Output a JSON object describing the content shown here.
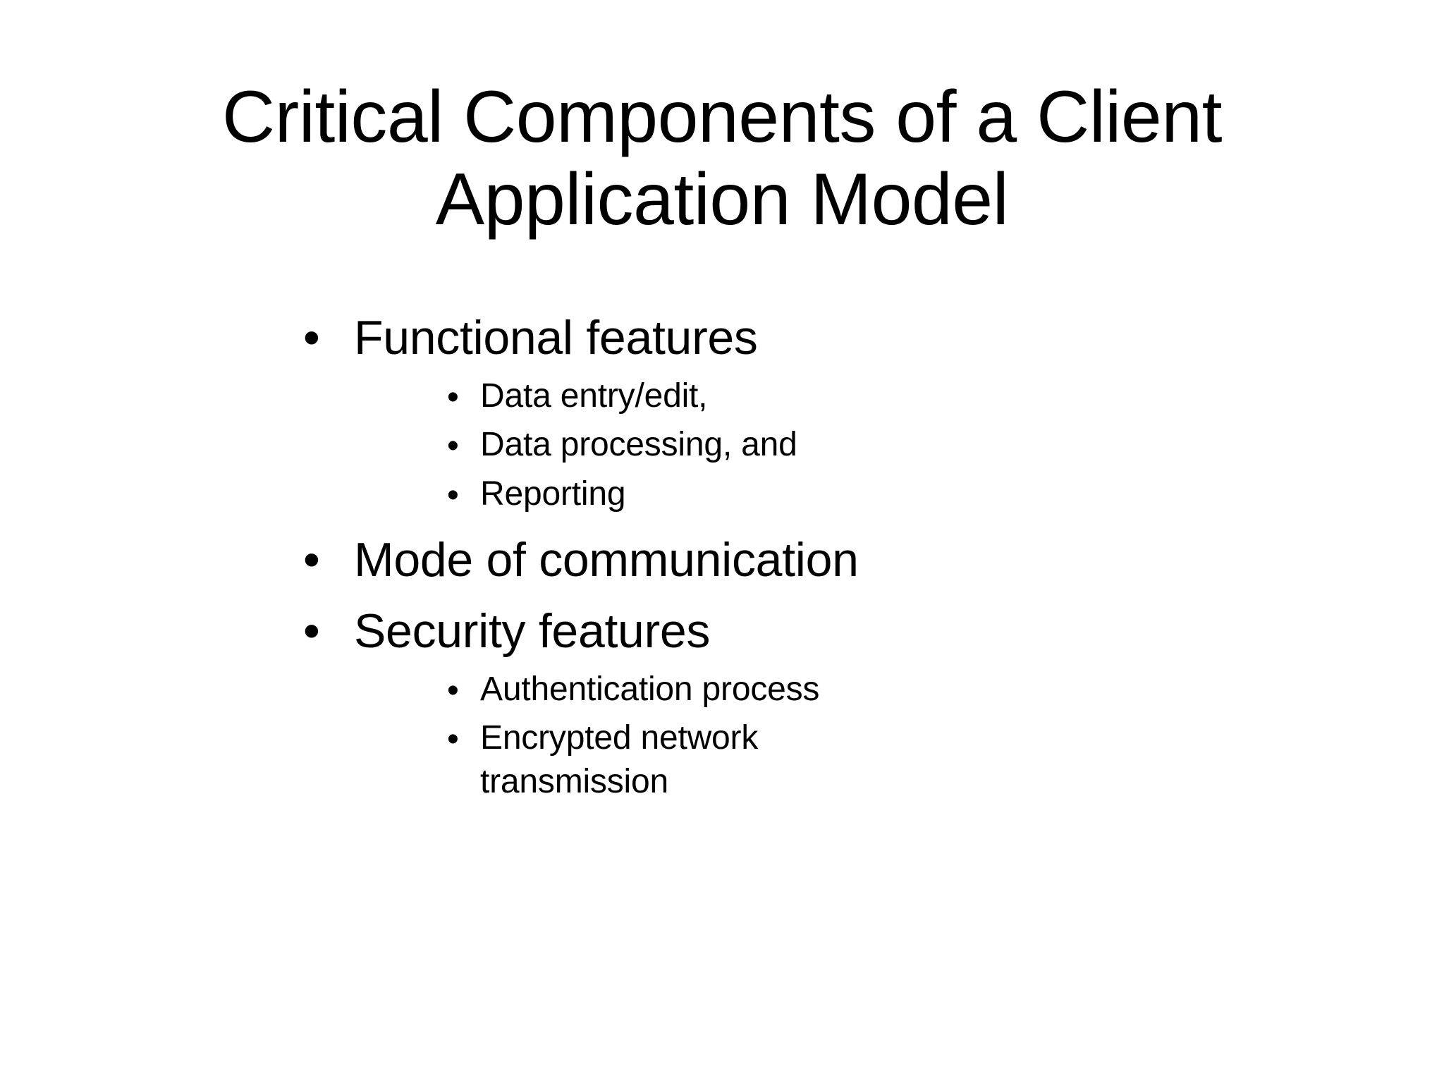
{
  "slide": {
    "background_color": "#ffffff",
    "text_color": "#000000",
    "title": "Critical Components of a Client\nApplication Model",
    "bullet_glyph": "•",
    "content": [
      {
        "level": 1,
        "text": "Functional features"
      },
      {
        "level": 2,
        "text": "Data entry/edit,"
      },
      {
        "level": 2,
        "text": "Data processing, and"
      },
      {
        "level": 2,
        "text": "Reporting"
      },
      {
        "level": 1,
        "text": "Mode of communication"
      },
      {
        "level": 1,
        "text": "Security features"
      },
      {
        "level": 2,
        "text": "Authentication process"
      },
      {
        "level": 2,
        "text": "Encrypted network transmission"
      }
    ]
  }
}
